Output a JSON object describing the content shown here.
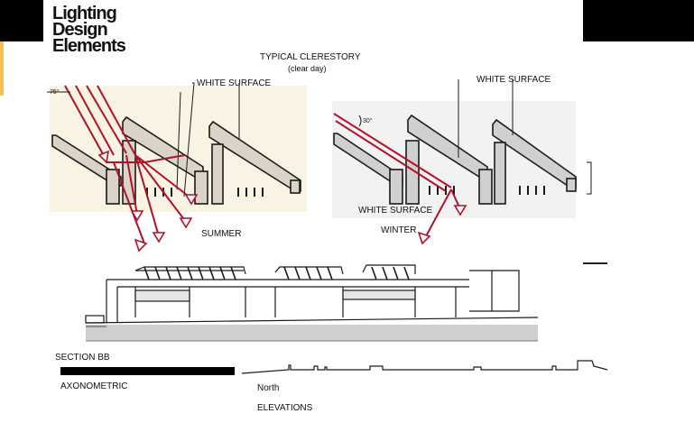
{
  "logo": {
    "line1": "Lighting",
    "line2": "Design",
    "line3": "Elements"
  },
  "header": {
    "title": "TYPICAL CLERESTORY",
    "subtitle": "(clear day)"
  },
  "left_diagram": {
    "angle_label": "75°",
    "surface_label": "WHITE SURFACE",
    "season_label": "SUMMER"
  },
  "right_diagram": {
    "angle_label": "30°",
    "surface_label_top": "WHITE SURFACE",
    "surface_label_bottom": "WHITE SURFACE",
    "season_label": "WINTER"
  },
  "section": {
    "label": "SECTION BB"
  },
  "axonometric": {
    "label": "AXONOMETRIC"
  },
  "elevations": {
    "north_label": "North",
    "label": "ELEVATIONS"
  },
  "colors": {
    "ray": "#b0122a",
    "ink": "#1a1a1a",
    "structure_fill": "#d9d4c7",
    "ground": "#9a9a9a"
  }
}
